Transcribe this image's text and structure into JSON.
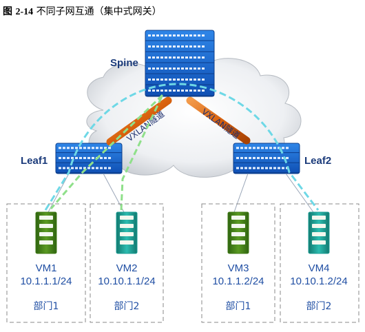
{
  "title": {
    "prefix": "图",
    "number": "2-14",
    "text": "不同子网互通（集中式网关）"
  },
  "nodes": {
    "spine": {
      "label": "Spine"
    },
    "leaf1": {
      "label": "Leaf1"
    },
    "leaf2": {
      "label": "Leaf2"
    }
  },
  "tunnels": {
    "left": {
      "label": "VXLAN隧道"
    },
    "right": {
      "label": "VXLAN隧道"
    }
  },
  "vms": [
    {
      "name": "VM1",
      "ip": "10.1.1.1/24",
      "dept": "部门1"
    },
    {
      "name": "VM2",
      "ip": "10.10.1.1/24",
      "dept": "部门2"
    },
    {
      "name": "VM3",
      "ip": "10.1.1.2/24",
      "dept": "部门1"
    },
    {
      "name": "VM4",
      "ip": "10.10.1.2/24",
      "dept": "部门2"
    }
  ],
  "colors": {
    "switch_blue": "#1763c9",
    "tunnel_orange": "#d9620e",
    "flow_green": "#8fe08a",
    "flow_cyan": "#6ed8e6",
    "vm_green": "#3f7a14",
    "vm_teal": "#1c9e94",
    "label_blue": "#1f4ea3"
  }
}
